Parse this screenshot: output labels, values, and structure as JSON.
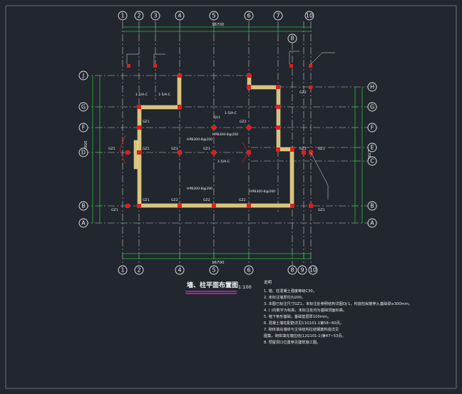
{
  "drawing": {
    "title": "墙、柱平面布置图",
    "scale": "1:100",
    "notes_heading": "说明",
    "notes": [
      "1. 墙、柱混凝土强度等级C30。",
      "2. 未标注墙厚均为200。",
      "3. 本图已标注尺寸GZ1，未标注处参照结构详图DJ-1，构造柱纵筋伸入基础梁≥300mm。",
      "4. (  )内数字为标高，未标注处均为基础顶面标高。",
      "5. 墙下条形基础，基础垫层厚100mm。",
      "6. 混凝土墙柱配筋详见11G101-1第58~60页。",
      "7. 砌体填充墙体与主体结构拉结钢筋构造详见",
      "   图集，砌体填充墙拉结(12G101-1)第47~53页。",
      "8. 预留洞口位置参见建筑施工图。"
    ]
  },
  "axes": {
    "top": [
      "1",
      "2",
      "3",
      "4",
      "5",
      "6",
      "7",
      "10"
    ],
    "bottom": [
      "1",
      "2",
      "4",
      "5",
      "6",
      "8",
      "9",
      "10"
    ],
    "top_extra": "8",
    "left": [
      "J",
      "G",
      "F",
      "D",
      "B",
      "A"
    ],
    "right": [
      "H",
      "G",
      "F",
      "E",
      "C",
      "B",
      "A"
    ]
  },
  "dims": {
    "top_total": "16700",
    "bottom_total": "16700",
    "left_total": "13900",
    "right_total": "13900"
  },
  "labels": {
    "gz1": "GZ1",
    "gz2": "GZ2",
    "gz3": "GZ3",
    "ql1": "QL1",
    "tag1": "HPB300-8@200",
    "tag2": "1-5/A-C"
  }
}
